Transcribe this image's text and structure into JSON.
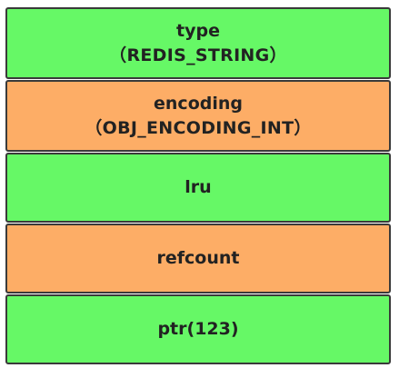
{
  "colors": {
    "green": "#66f866",
    "orange": "#fdad66",
    "border": "#3a3a3a"
  },
  "fields": [
    {
      "label": "type",
      "value": "（REDIS_STRING）",
      "color": "green"
    },
    {
      "label": "encoding",
      "value": "（OBJ_ENCODING_INT）",
      "color": "orange"
    },
    {
      "label": "lru",
      "color": "green"
    },
    {
      "label": "refcount",
      "color": "orange"
    },
    {
      "label": "ptr(123)",
      "color": "green"
    }
  ]
}
